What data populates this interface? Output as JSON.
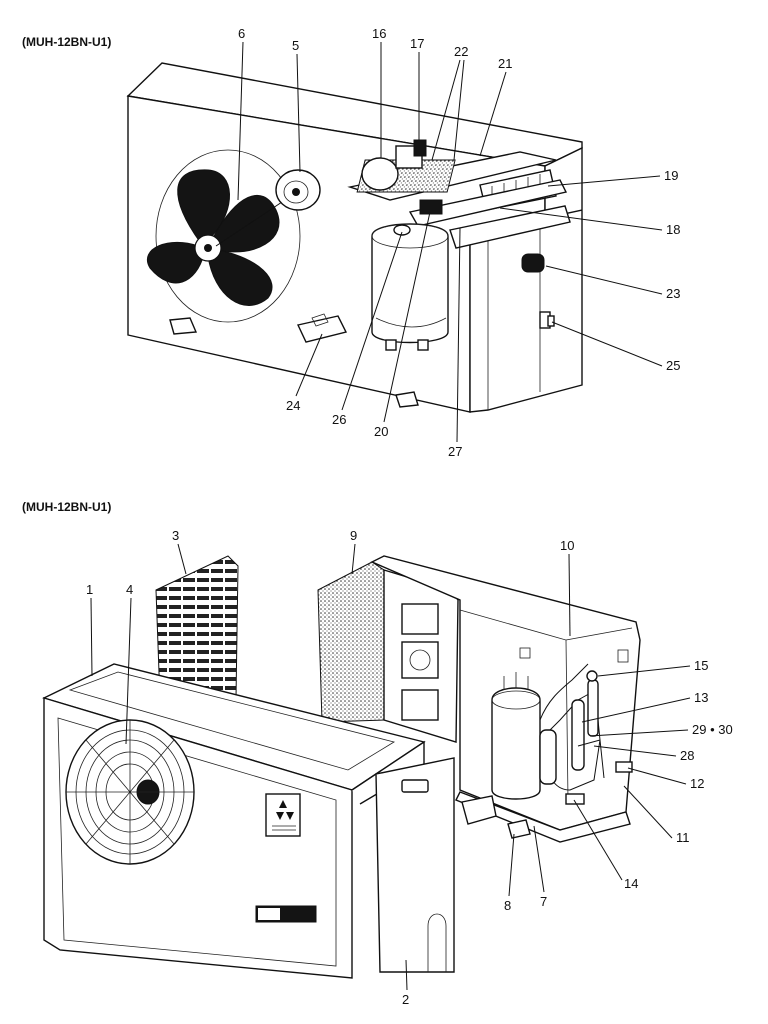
{
  "titles": {
    "top": "(MUH-12BN-U1)",
    "bottom": "(MUH-12BN-U1)"
  },
  "callouts": {
    "c1": "1",
    "c2": "2",
    "c3": "3",
    "c4": "4",
    "c5": "5",
    "c6": "6",
    "c7": "7",
    "c8": "8",
    "c9": "9",
    "c10": "10",
    "c11": "11",
    "c12": "12",
    "c13": "13",
    "c14": "14",
    "c15": "15",
    "c16": "16",
    "c17": "17",
    "c18": "18",
    "c19": "19",
    "c20": "20",
    "c21": "21",
    "c22": "22",
    "c23": "23",
    "c24": "24",
    "c25": "25",
    "c26": "26",
    "c27": "27",
    "c28": "28",
    "c2930": "29 • 30"
  },
  "colors": {
    "ink": "#111111",
    "paper": "#ffffff"
  }
}
